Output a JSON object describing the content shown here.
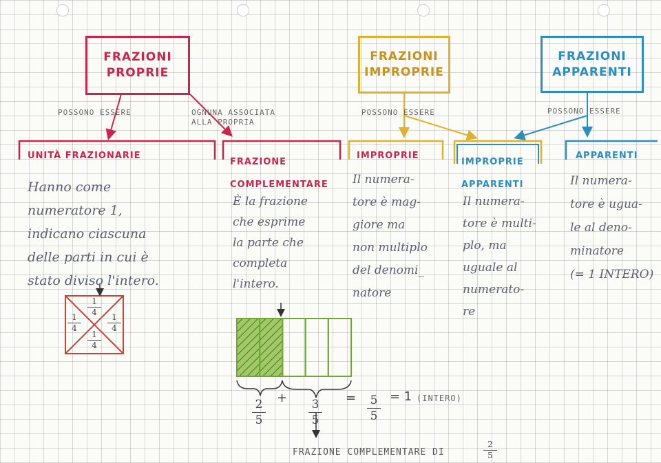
{
  "colors": {
    "proprie": "#c8264f",
    "improprie": "#e1b12c",
    "apparenti": "#2b8dc0",
    "green": "#6fa832",
    "pencil": "#5c5f73"
  },
  "boxes": {
    "proprie": "FRAZIONI\nPROPRIE",
    "improprie": "FRAZIONI\nIMPROPRIE",
    "apparenti": "FRAZIONI\nAPPARENTI"
  },
  "connectors": {
    "proprie_left": "POSSONO ESSERE",
    "proprie_right": "OGNUNA ASSOCIATA\nALLA PROPRIA",
    "improprie": "POSSONO ESSERE",
    "apparenti": "POSSONO ESSERE"
  },
  "columns": {
    "unita": {
      "heading": "UNITÀ FRAZIONARIE",
      "text": "Hanno come\nnumeratore 1,\nindicano ciascuna\ndelle parti in cui è\nstato diviso l'intero."
    },
    "complementare": {
      "heading": "FRAZIONE\nCOMPLEMENTARE",
      "text": "È la frazione\nche esprime\nla parte che\ncompleta\nl'intero."
    },
    "improprie": {
      "heading": "IMPROPRIE",
      "text": "Il numera-\ntore è mag-\ngiore ma\nnon multiplo\ndel denomi_\nnatore"
    },
    "improprie_apparenti": {
      "heading": "IMPROPRIE\nAPPARENTI",
      "text": "Il numera-\ntore è multi-\nplo, ma\nuguale al\nnumerato-\nre"
    },
    "apparenti": {
      "heading": "APPARENTI",
      "text": "Il numera-\ntore è ugua-\nle al deno-\nminatore\n(= 1 INTERO)"
    }
  },
  "square": {
    "quarter_num": "1",
    "quarter_den": "4"
  },
  "strip": {
    "parts": 5,
    "shaded": 2
  },
  "equation": {
    "a_num": "2",
    "a_den": "5",
    "plus": "+",
    "b_num": "3",
    "b_den": "5",
    "equals": "=",
    "c_num": "5",
    "c_den": "5",
    "result": "= 1",
    "result_note": "(INTERO)"
  },
  "footer": {
    "text": "FRAZIONE COMPLEMENTARE DI",
    "num": "2",
    "den": "5"
  }
}
